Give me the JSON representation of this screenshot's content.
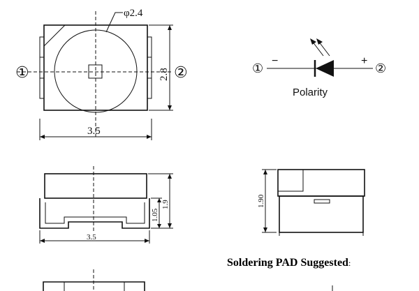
{
  "top_view": {
    "diameter_label": "φ2.4",
    "width_label": "3.5",
    "height_label": "2.8",
    "pin1_label": "①",
    "pin2_label": "②"
  },
  "polarity": {
    "pin1_label": "①",
    "pin2_label": "②",
    "minus_label": "−",
    "plus_label": "+",
    "caption": "Polarity"
  },
  "side_view": {
    "width_label": "3.5",
    "height_label": "1.9",
    "lead_height_label": "1.05"
  },
  "end_view": {
    "height_label": "1.90"
  },
  "soldering": {
    "title": "Soldering PAD Suggested",
    "suffix": ":"
  }
}
